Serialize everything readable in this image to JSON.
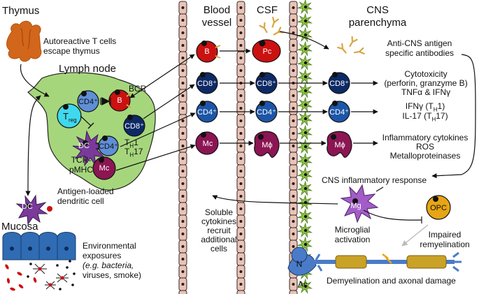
{
  "locations": {
    "thymus": "Thymus",
    "lymph_node": "Lymph node",
    "mucosa": "Mucosa",
    "blood_vessel_line1": "Blood",
    "blood_vessel_line2": "vessel",
    "csf": "CSF",
    "cns_line1": "CNS",
    "cns_line2": "parenchyma"
  },
  "annotations": {
    "thymus_escape_line1": "Autoreactive T cells",
    "thymus_escape_line2": "escape thymus",
    "antigen_dc_line1": "Antigen-loaded",
    "antigen_dc_line2": "dendritic cell",
    "env_line1": "Environmental",
    "env_line2": "exposures",
    "env_line3": "(e.g. bacteria,",
    "env_line4": "viruses, smoke)",
    "soluble_line1": "Soluble",
    "soluble_line2": "cytokines",
    "soluble_line3": "recruit",
    "soluble_line4": "additional",
    "soluble_line5": "cells"
  },
  "cell_labels": {
    "cd4": "CD4⁺",
    "cd8": "CD8⁺",
    "b": "B",
    "pc": "Pc",
    "mc": "Mc",
    "mphi": "Mϕ",
    "dc": "DC",
    "treg_main": "T",
    "treg_sub": "reg",
    "mg": "Mg",
    "opc": "OPC",
    "neuron": "N",
    "ac": "Ac",
    "bcr": "BCR",
    "th1": "T",
    "th1_sub": "H",
    "th1_tail": "1",
    "th17_tail": "17",
    "tcr_line1": "TCR-",
    "tcr_line2": "pMHC"
  },
  "outcomes": {
    "antibodies_line1": "Anti-CNS antigen",
    "antibodies_line2": "specific antibodies",
    "cytotox_line1": "Cytotoxicity",
    "cytotox_line2": "(perforin, granzyme B)",
    "cytotox_line3": "TNFα & IFNγ",
    "ifn_main": "IFNγ (T",
    "ifn_tail": "1)",
    "il17_main": "IL-17 (T",
    "il17_tail": "17)",
    "inflam_line1": "Inflammatory cytokines",
    "inflam_line2": "ROS",
    "inflam_line3": "Metalloproteinases",
    "cns_response": "CNS inflammatory response",
    "microglial_line1": "Microglial",
    "microglial_line2": "activation",
    "impaired_line1": "Impaired",
    "impaired_line2": "remyelination",
    "demyelination": "Demyelination and axonal damage"
  },
  "colors": {
    "b_cell": "#cc1111",
    "cd8_cell": "#0d2a66",
    "cd4_cell": "#1d56a8",
    "cd4_light": "#5f8fd6",
    "mc_cell": "#8c1553",
    "dc_cell": "#7a3a9a",
    "mg_cell": "#a35cc8",
    "treg_cell": "#3fd9ee",
    "opc_cell": "#e7a515",
    "lymph_node": "#a6d67c",
    "thymus": "#d2661a",
    "mucosa": "#2f6cb4",
    "vessel_wall": "#e8c3b7",
    "astrocyte": "#90c445",
    "antibody": "#d9a642",
    "myelin": "#c9a227",
    "neuron": "#4a7bc8"
  }
}
